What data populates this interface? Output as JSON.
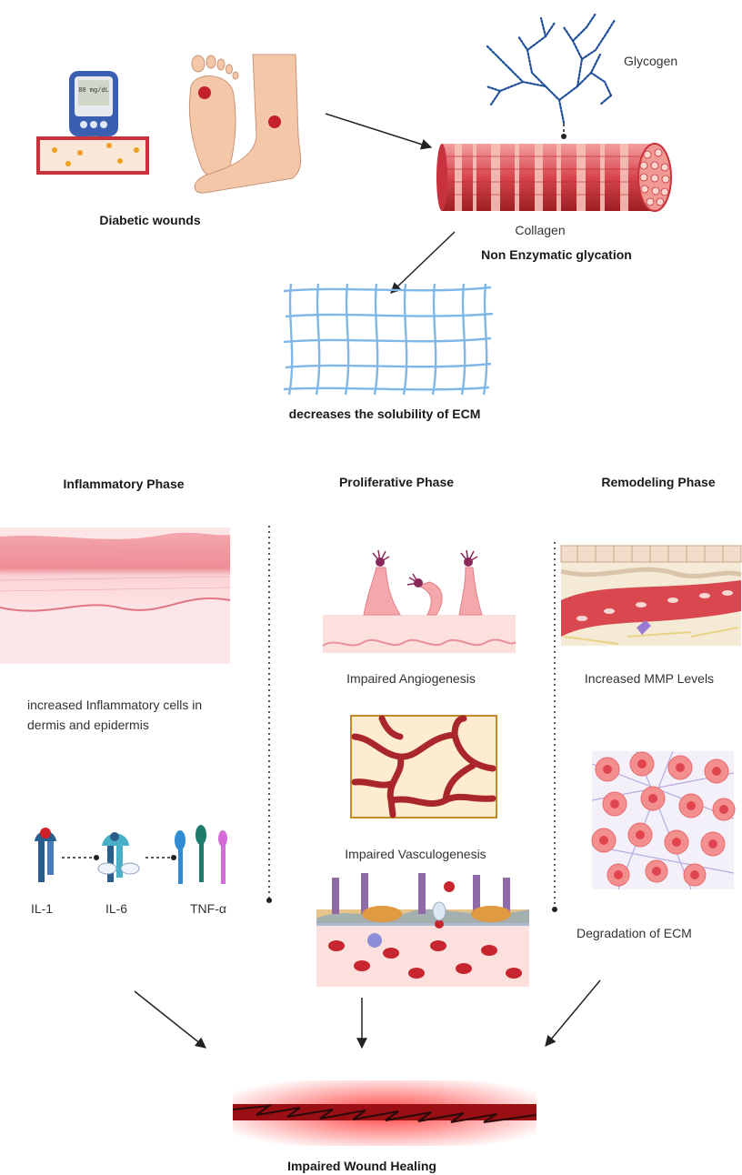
{
  "top": {
    "glucometer_display": "80 mg/dL",
    "diabetic_wounds_label": "Diabetic wounds",
    "glycogen_label": "Glycogen",
    "collagen_label": "Collagen",
    "glycation_label": "Non Enzymatic glycation",
    "ecm_label": "decreases the solubility of ECM"
  },
  "phases": {
    "inflammatory": {
      "title": "Inflammatory Phase",
      "desc_line1": "increased Inflammatory cells in",
      "desc_line2": "dermis and epidermis",
      "cytokines": [
        "IL-1",
        "IL-6",
        "TNF-α"
      ]
    },
    "proliferative": {
      "title": "Proliferative Phase",
      "angiogenesis": "Impaired Angiogenesis",
      "vasculogenesis": "Impaired Vasculogenesis"
    },
    "remodeling": {
      "title": "Remodeling Phase",
      "mmp": "Increased MMP Levels",
      "degradation": "Degradation of ECM"
    }
  },
  "outcome": {
    "label": "Impaired Wound Healing"
  },
  "colors": {
    "collagen_red": "#c8323c",
    "collagen_light": "#f08080",
    "glycogen_blue": "#1f4e9a",
    "ecm_blue": "#7fb8e8",
    "skin_pink": "#f6b3b8",
    "vessel_red": "#b22a2f",
    "arrow": "#222222"
  }
}
